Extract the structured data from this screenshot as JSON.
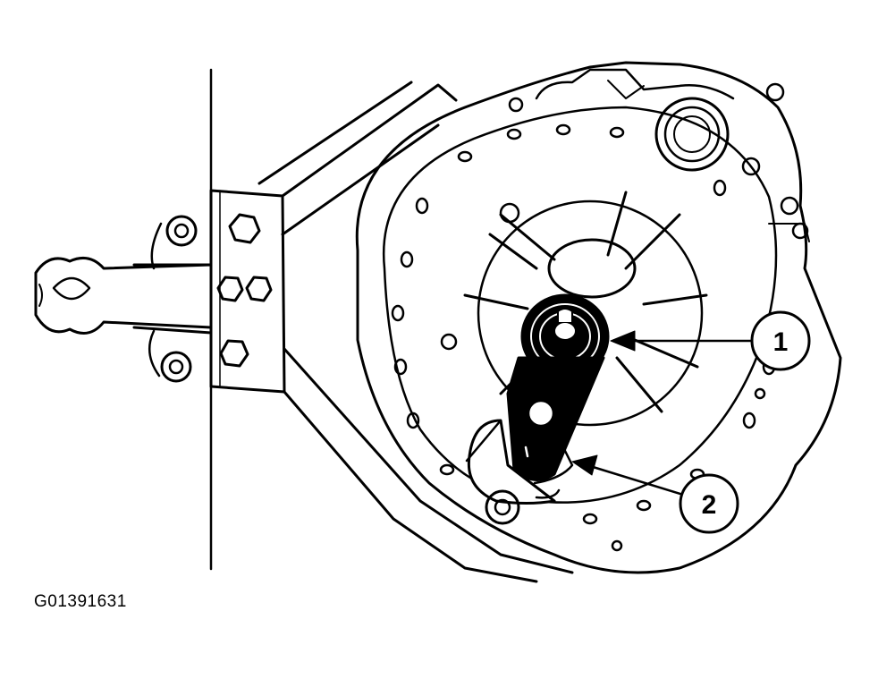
{
  "figure": {
    "id_label": "G01391631",
    "callouts": [
      {
        "number": "1"
      },
      {
        "number": "2"
      }
    ]
  },
  "colors": {
    "ink": "#000000",
    "paper": "#ffffff"
  }
}
